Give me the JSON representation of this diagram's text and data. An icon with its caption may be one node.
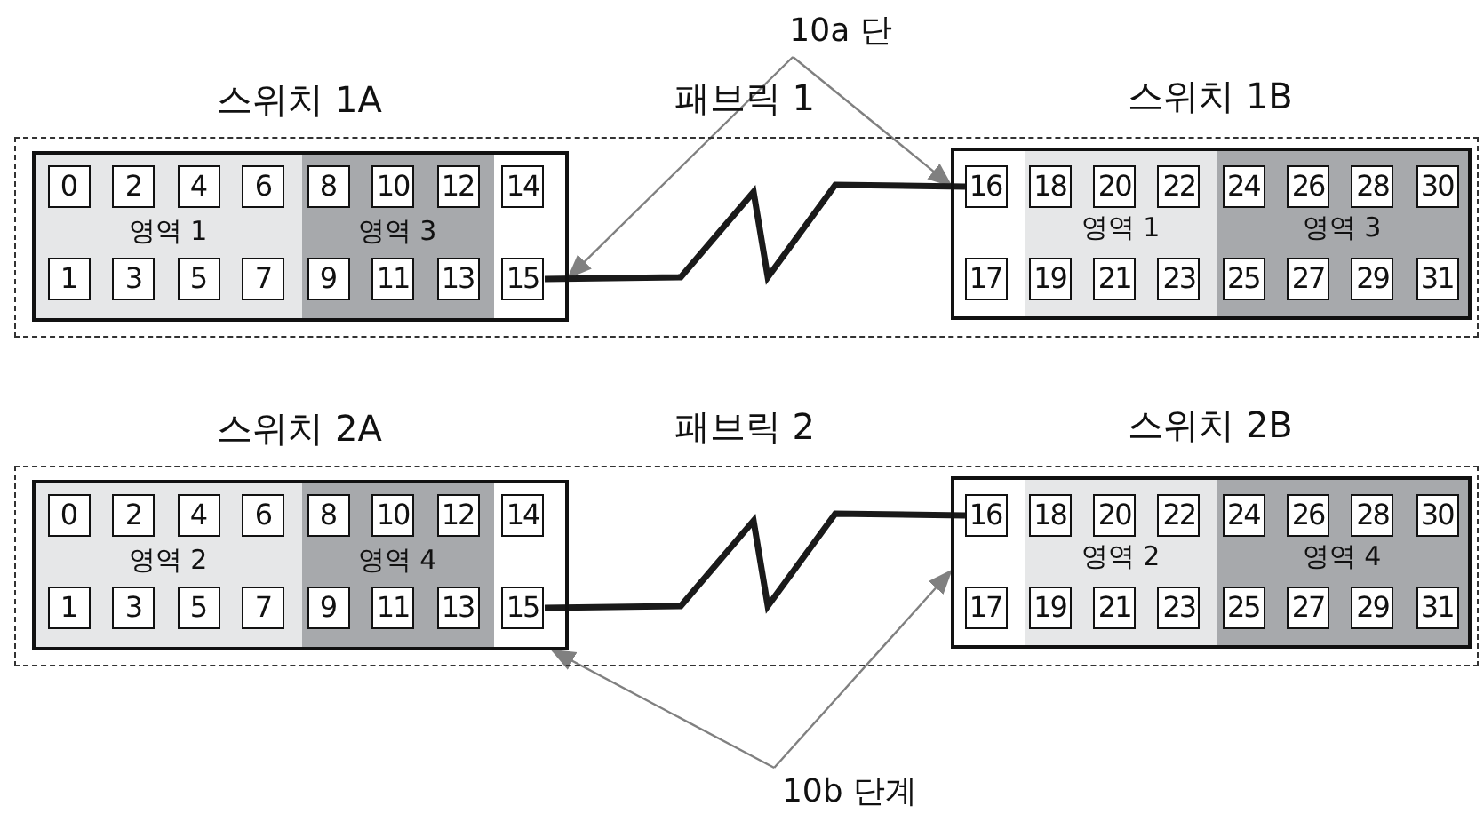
{
  "diagram": {
    "nodes": [
      {
        "text": [
          "10a 단"
        ]
      },
      {
        "text": [
          "패브릭 1"
        ]
      },
      {
        "text": [
          "스위치 1A"
        ],
        "in": 1
      },
      {
        "text": [
          "영역 1"
        ],
        "in": 2
      },
      {
        "text": [
          "0"
        ],
        "in": 3
      },
      {
        "text": [
          "1"
        ],
        "in": 3
      },
      {
        "text": [
          "2"
        ],
        "in": 3
      },
      {
        "text": [
          "3"
        ],
        "in": 3
      },
      {
        "text": [
          "4"
        ],
        "in": 3
      },
      {
        "text": [
          "5"
        ],
        "in": 3
      },
      {
        "text": [
          "6"
        ],
        "in": 3
      },
      {
        "text": [
          "7"
        ],
        "in": 3
      },
      {
        "text": [
          "영역 3"
        ],
        "in": 2
      },
      {
        "text": [
          "8"
        ],
        "in": 12
      },
      {
        "text": [
          "9"
        ],
        "in": 12
      },
      {
        "text": [
          "10"
        ],
        "in": 12
      },
      {
        "text": [
          "11"
        ],
        "in": 12
      },
      {
        "text": [
          "12"
        ],
        "in": 12
      },
      {
        "text": [
          "13"
        ],
        "in": 12
      },
      {
        "text": [
          "14"
        ],
        "in": 2
      },
      {
        "text": [
          "15"
        ],
        "in": 2
      },
      {
        "text": [
          "스위치 1B"
        ],
        "in": 1
      },
      {
        "text": [
          "16"
        ],
        "in": 21
      },
      {
        "text": [
          "17"
        ],
        "in": 21
      },
      {
        "text": [
          "영역 1"
        ],
        "in": 21
      },
      {
        "text": [
          "18"
        ],
        "in": 24
      },
      {
        "text": [
          "19"
        ],
        "in": 24
      },
      {
        "text": [
          "20"
        ],
        "in": 24
      },
      {
        "text": [
          "21"
        ],
        "in": 24
      },
      {
        "text": [
          "22"
        ],
        "in": 24
      },
      {
        "text": [
          "23"
        ],
        "in": 24
      },
      {
        "text": [
          "영역 3"
        ],
        "in": 21
      },
      {
        "text": [
          "24"
        ],
        "in": 31
      },
      {
        "text": [
          "25"
        ],
        "in": 31
      },
      {
        "text": [
          "26"
        ],
        "in": 31
      },
      {
        "text": [
          "27"
        ],
        "in": 31
      },
      {
        "text": [
          "28"
        ],
        "in": 31
      },
      {
        "text": [
          "29"
        ],
        "in": 31
      },
      {
        "text": [
          "30"
        ],
        "in": 31
      },
      {
        "text": [
          "31"
        ],
        "in": 31
      },
      {
        "text": [
          "패브릭 2"
        ]
      },
      {
        "text": [
          "스위치 2A"
        ],
        "in": 40
      },
      {
        "text": [
          "영역 2"
        ],
        "in": 41
      },
      {
        "text": [
          "0"
        ],
        "in": 42
      },
      {
        "text": [
          "1"
        ],
        "in": 42
      },
      {
        "text": [
          "2"
        ],
        "in": 42
      },
      {
        "text": [
          "3"
        ],
        "in": 42
      },
      {
        "text": [
          "4"
        ],
        "in": 42
      },
      {
        "text": [
          "5"
        ],
        "in": 42
      },
      {
        "text": [
          "6"
        ],
        "in": 42
      },
      {
        "text": [
          "7"
        ],
        "in": 42
      },
      {
        "text": [
          "영역 4"
        ],
        "in": 41
      },
      {
        "text": [
          "8"
        ],
        "in": 51
      },
      {
        "text": [
          "9"
        ],
        "in": 51
      },
      {
        "text": [
          "10"
        ],
        "in": 51
      },
      {
        "text": [
          "11"
        ],
        "in": 51
      },
      {
        "text": [
          "12"
        ],
        "in": 51
      },
      {
        "text": [
          "13"
        ],
        "in": 51
      },
      {
        "text": [
          "14"
        ],
        "in": 41
      },
      {
        "text": [
          "15"
        ],
        "in": 41
      },
      {
        "text": [
          "스위치 2B"
        ],
        "in": 40
      },
      {
        "text": [
          "16"
        ],
        "in": 60
      },
      {
        "text": [
          "17"
        ],
        "in": 60
      },
      {
        "text": [
          "영역 2"
        ],
        "in": 60
      },
      {
        "text": [
          "18"
        ],
        "in": 63
      },
      {
        "text": [
          "19"
        ],
        "in": 63
      },
      {
        "text": [
          "20"
        ],
        "in": 63
      },
      {
        "text": [
          "21"
        ],
        "in": 63
      },
      {
        "text": [
          "22"
        ],
        "in": 63
      },
      {
        "text": [
          "23"
        ],
        "in": 63
      },
      {
        "text": [
          "영역 4"
        ],
        "in": 60
      },
      {
        "text": [
          "24"
        ],
        "in": 70
      },
      {
        "text": [
          "25"
        ],
        "in": 70
      },
      {
        "text": [
          "26"
        ],
        "in": 70
      },
      {
        "text": [
          "27"
        ],
        "in": 70
      },
      {
        "text": [
          "28"
        ],
        "in": 70
      },
      {
        "text": [
          "29"
        ],
        "in": 70
      },
      {
        "text": [
          "30"
        ],
        "in": 70
      },
      {
        "text": [
          "31"
        ],
        "in": 70
      },
      {
        "text": [
          "10b 단계"
        ]
      }
    ],
    "edges": [
      {
        "from": 0,
        "to": 2,
        "arrow": "to"
      },
      {
        "from": 0,
        "to": 21,
        "arrow": "to"
      },
      {
        "from": 20,
        "to": 22,
        "arrow": "none",
        "style": "thick",
        "color": "#1a1a1a"
      },
      {
        "from": 59,
        "to": 61,
        "arrow": "none",
        "style": "thick",
        "color": "#1a1a1a"
      },
      {
        "from": 79,
        "to": 41,
        "arrow": "to"
      },
      {
        "from": 79,
        "to": 60,
        "arrow": "to"
      }
    ]
  }
}
